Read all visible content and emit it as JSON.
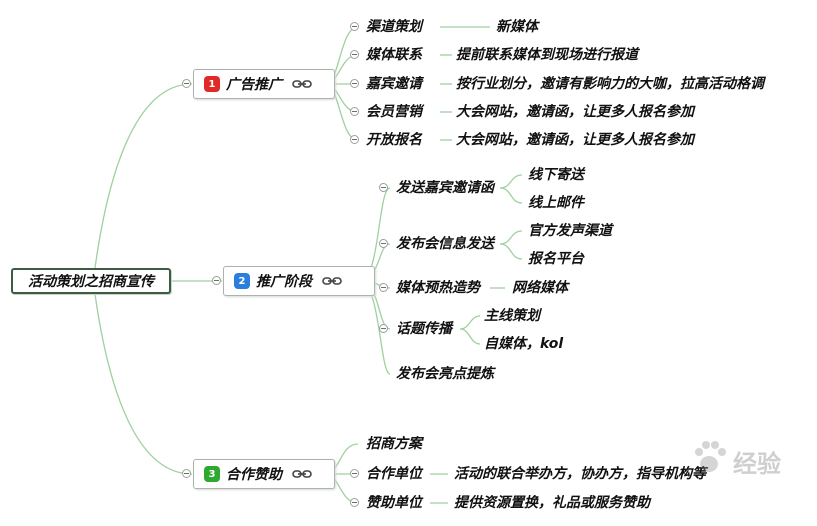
{
  "root": "活动策划之招商宣传",
  "branches": [
    {
      "num": "1",
      "label": "广告推广",
      "color": "#e02a2a",
      "items": [
        {
          "label": "渠道策划",
          "note": "新媒体"
        },
        {
          "label": "媒体联系",
          "note": "提前联系媒体到现场进行报道"
        },
        {
          "label": "嘉宾邀请",
          "note": "按行业划分，邀请有影响力的大咖，拉高活动格调"
        },
        {
          "label": "会员营销",
          "note": "大会网站，邀请函，让更多人报名参加"
        },
        {
          "label": "开放报名",
          "note": "大会网站，邀请函，让更多人报名参加"
        }
      ]
    },
    {
      "num": "2",
      "label": "推广阶段",
      "color": "#2b7fdc",
      "items": [
        {
          "label": "发送嘉宾邀请函",
          "children": [
            "线下寄送",
            "线上邮件"
          ]
        },
        {
          "label": "发布会信息发送",
          "children": [
            "官方发声渠道",
            "报名平台"
          ]
        },
        {
          "label": "媒体预热造势",
          "note": "网络媒体"
        },
        {
          "label": "话题传播",
          "children": [
            "主线策划",
            "自媒体，kol"
          ]
        },
        {
          "label": "发布会亮点提炼"
        }
      ]
    },
    {
      "num": "3",
      "label": "合作赞助",
      "color": "#2fa82f",
      "items": [
        {
          "label": "招商方案"
        },
        {
          "label": "合作单位",
          "note": "活动的联合举办方，协办方，指导机构等"
        },
        {
          "label": "赞助单位",
          "note": "提供资源置换，礼品或服务赞助"
        }
      ]
    }
  ],
  "watermark": "经验"
}
